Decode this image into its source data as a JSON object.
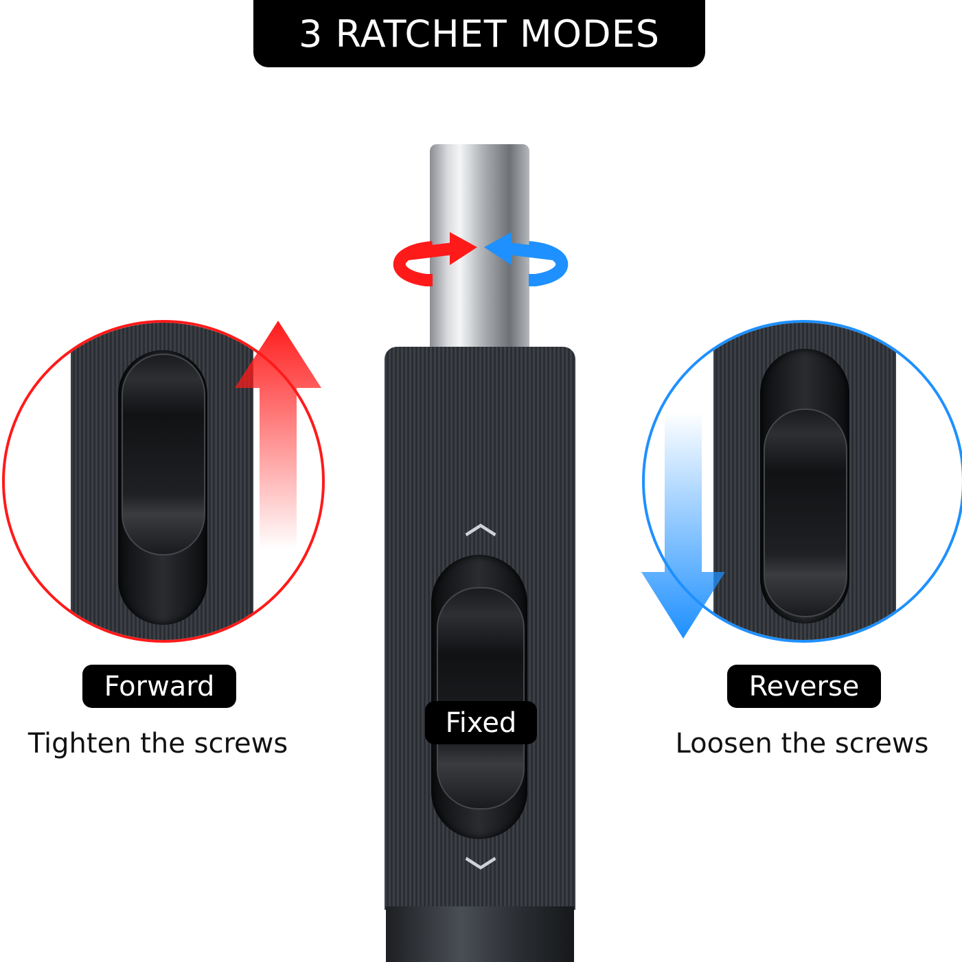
{
  "title": "3 RATCHET MODES",
  "modes": {
    "forward": {
      "label": "Forward",
      "caption": "Tighten the screws"
    },
    "fixed": {
      "label": "Fixed"
    },
    "reverse": {
      "label": "Reverse",
      "caption": "Loosen the screws"
    }
  },
  "colors": {
    "forward": "#ff1a1a",
    "reverse": "#1e90ff",
    "label_bg": "#000000"
  }
}
